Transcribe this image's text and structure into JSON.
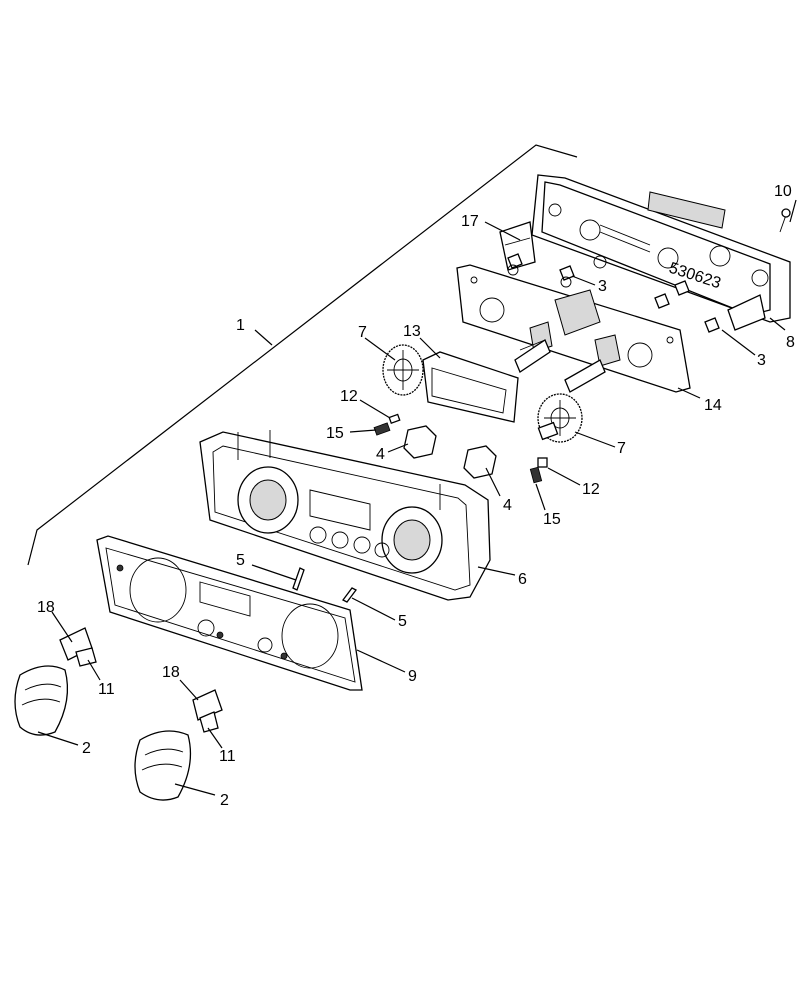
{
  "callouts": {
    "c1": "1",
    "c2a": "2",
    "c2b": "2",
    "c3a": "3",
    "c3b": "3",
    "c4a": "4",
    "c4b": "4",
    "c5a": "5",
    "c5b": "5",
    "c6": "6",
    "c7a": "7",
    "c7b": "7",
    "c8": "8",
    "c9": "9",
    "c10": "10",
    "c11a": "11",
    "c11b": "11",
    "c12a": "12",
    "c12b": "12",
    "c13": "13",
    "c14": "14",
    "c15a": "15",
    "c15b": "15",
    "c17": "17",
    "c18a": "18",
    "c18b": "18"
  },
  "part_marking": "530623"
}
